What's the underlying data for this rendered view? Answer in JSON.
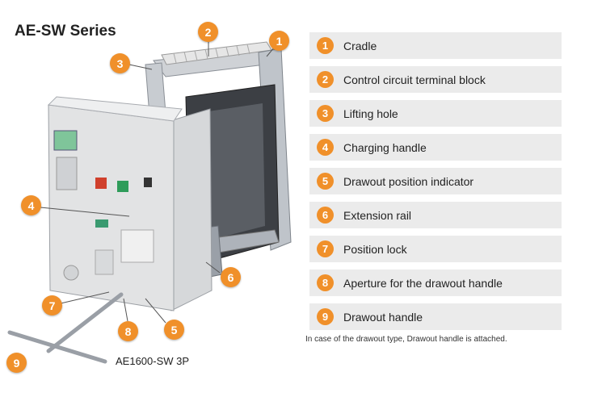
{
  "title": "AE-SW Series",
  "caption": "AE1600-SW 3P",
  "note": "In case of the drawout type, Drawout handle is attached.",
  "legend": [
    {
      "num": "1",
      "label": "Cradle"
    },
    {
      "num": "2",
      "label": "Control circuit terminal block"
    },
    {
      "num": "3",
      "label": "Lifting hole"
    },
    {
      "num": "4",
      "label": "Charging handle"
    },
    {
      "num": "5",
      "label": "Drawout position indicator"
    },
    {
      "num": "6",
      "label": "Extension rail"
    },
    {
      "num": "7",
      "label": "Position lock"
    },
    {
      "num": "8",
      "label": "Aperture for the drawout handle"
    },
    {
      "num": "9",
      "label": "Drawout handle"
    }
  ],
  "callouts": [
    "1",
    "2",
    "3",
    "4",
    "5",
    "6",
    "7",
    "8",
    "9"
  ],
  "colors": {
    "accent": "#f0902a",
    "row_bg": "#ebebeb"
  }
}
